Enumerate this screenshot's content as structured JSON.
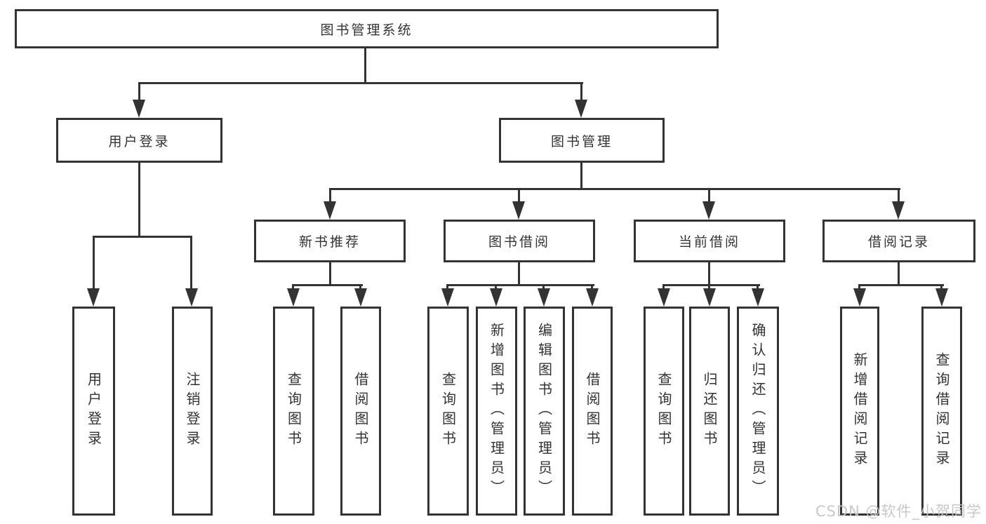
{
  "diagram": {
    "title": "图书管理系统",
    "root": {
      "label": "图书管理系统"
    },
    "level2": [
      {
        "label": "用户登录"
      },
      {
        "label": "图书管理"
      }
    ],
    "level3": [
      {
        "label": "新书推荐",
        "parent": "图书管理"
      },
      {
        "label": "图书借阅",
        "parent": "图书管理"
      },
      {
        "label": "当前借阅",
        "parent": "图书管理"
      },
      {
        "label": "借阅记录",
        "parent": "图书管理"
      }
    ],
    "leaves": [
      {
        "label": "用户登录",
        "parent": "用户登录"
      },
      {
        "label": "注销登录",
        "parent": "用户登录"
      },
      {
        "label": "查询图书",
        "parent": "新书推荐"
      },
      {
        "label": "借阅图书",
        "parent": "新书推荐"
      },
      {
        "label": "查询图书",
        "parent": "图书借阅"
      },
      {
        "label": "新增图书（管理员）",
        "parent": "图书借阅"
      },
      {
        "label": "编辑图书（管理员）",
        "parent": "图书借阅"
      },
      {
        "label": "借阅图书",
        "parent": "图书借阅"
      },
      {
        "label": "查询图书",
        "parent": "当前借阅"
      },
      {
        "label": "归还图书",
        "parent": "当前借阅"
      },
      {
        "label": "确认归还（管理员）",
        "parent": "当前借阅"
      },
      {
        "label": "新增借阅记录",
        "parent": "借阅记录"
      },
      {
        "label": "查询借阅记录",
        "parent": "借阅记录"
      }
    ],
    "colors": {
      "line": "#333333",
      "box_border": "#333333",
      "text": "#333333",
      "background": "#ffffff"
    }
  },
  "watermark": {
    "text": "CSDN @软件_小贺同学",
    "color": "#c6c6c6"
  }
}
